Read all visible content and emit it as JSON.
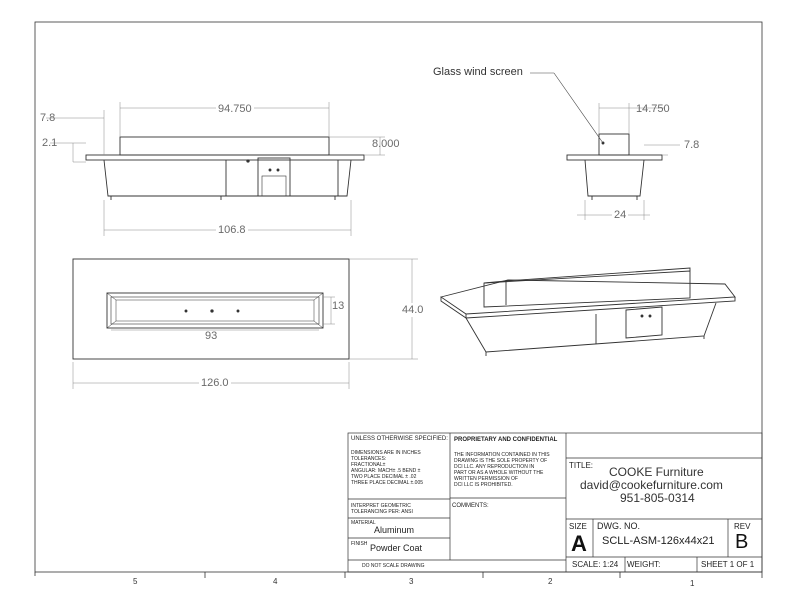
{
  "callouts": {
    "glass_wind_screen": "Glass wind screen"
  },
  "dimensions": {
    "front_top_offset": "7.8",
    "front_lip": "2.1",
    "front_screen_width": "94.750",
    "front_screen_height": "8.000",
    "front_base_width": "106.8",
    "side_screen_width": "14.750",
    "side_offset": "7.8",
    "side_base_width": "24",
    "top_opening_width": "93",
    "top_opening_depth": "13",
    "top_overall_depth": "44.0",
    "top_overall_width": "126.0"
  },
  "zones": [
    "5",
    "4",
    "3",
    "2",
    "1"
  ],
  "title_block": {
    "unless_specified": "UNLESS OTHERWISE SPECIFIED:",
    "dimensions_note": "DIMENSIONS ARE IN INCHES",
    "tolerances": "TOLERANCES:",
    "fractional": "FRACTIONAL±",
    "angular": "ANGULAR: MACH± .5   BEND ±",
    "two_place": "TWO PLACE DECIMAL    ± .02",
    "three_place": "THREE PLACE DECIMAL   ±.005",
    "interpret_1": "INTERPRET GEOMETRIC",
    "interpret_2": "TOLERANCING PER: ANSI",
    "material_label": "MATERIAL",
    "material_value": "Aluminum",
    "finish_label": "FINISH",
    "finish_value": "Powder Coat",
    "do_not_scale": "DO NOT SCALE DRAWING",
    "proprietary_title": "PROPRIETARY AND CONFIDENTIAL",
    "proprietary_lines": [
      "THE INFORMATION CONTAINED IN THIS",
      "DRAWING IS THE SOLE PROPERTY OF",
      "DCI LLC. ANY REPRODUCTION IN",
      "PART OR AS A WHOLE WITHOUT THE",
      "WRITTEN PERMISSION OF",
      "DCI LLC IS PROHIBITED."
    ],
    "comments_label": "COMMENTS:",
    "title_label": "TITLE:",
    "company": "COOKE Furniture",
    "email": "david@cookefurniture.com",
    "phone": "951-805-0314",
    "size_label": "SIZE",
    "size_value": "A",
    "dwg_no_label": "DWG.  NO.",
    "dwg_no_value": "SCLL-ASM-126x44x21",
    "rev_label": "REV",
    "rev_value": "B",
    "scale": "SCALE: 1:24",
    "weight": "WEIGHT:",
    "sheet": "SHEET 1 OF 1"
  }
}
